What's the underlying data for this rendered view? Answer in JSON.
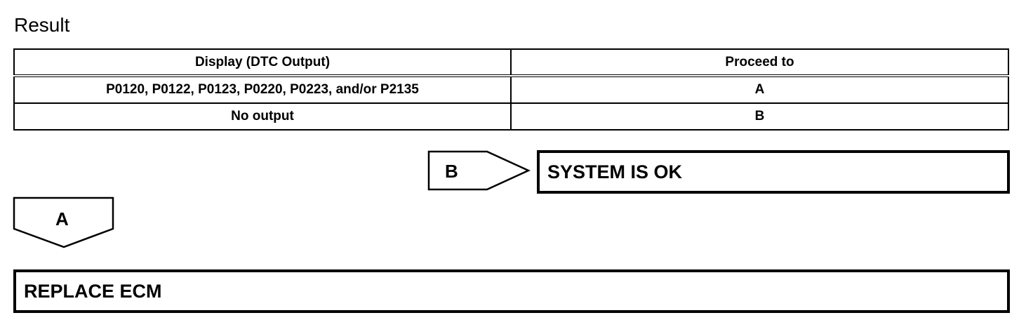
{
  "heading": "Result",
  "table": {
    "headers": [
      "Display (DTC Output)",
      "Proceed to"
    ],
    "rows": [
      [
        "P0120, P0122, P0123, P0220, P0223, and/or P2135",
        "A"
      ],
      [
        "No output",
        "B"
      ]
    ]
  },
  "flow": {
    "branch_b_label": "B",
    "branch_b_result": "SYSTEM IS OK",
    "branch_a_label": "A",
    "branch_a_result": "REPLACE ECM"
  }
}
